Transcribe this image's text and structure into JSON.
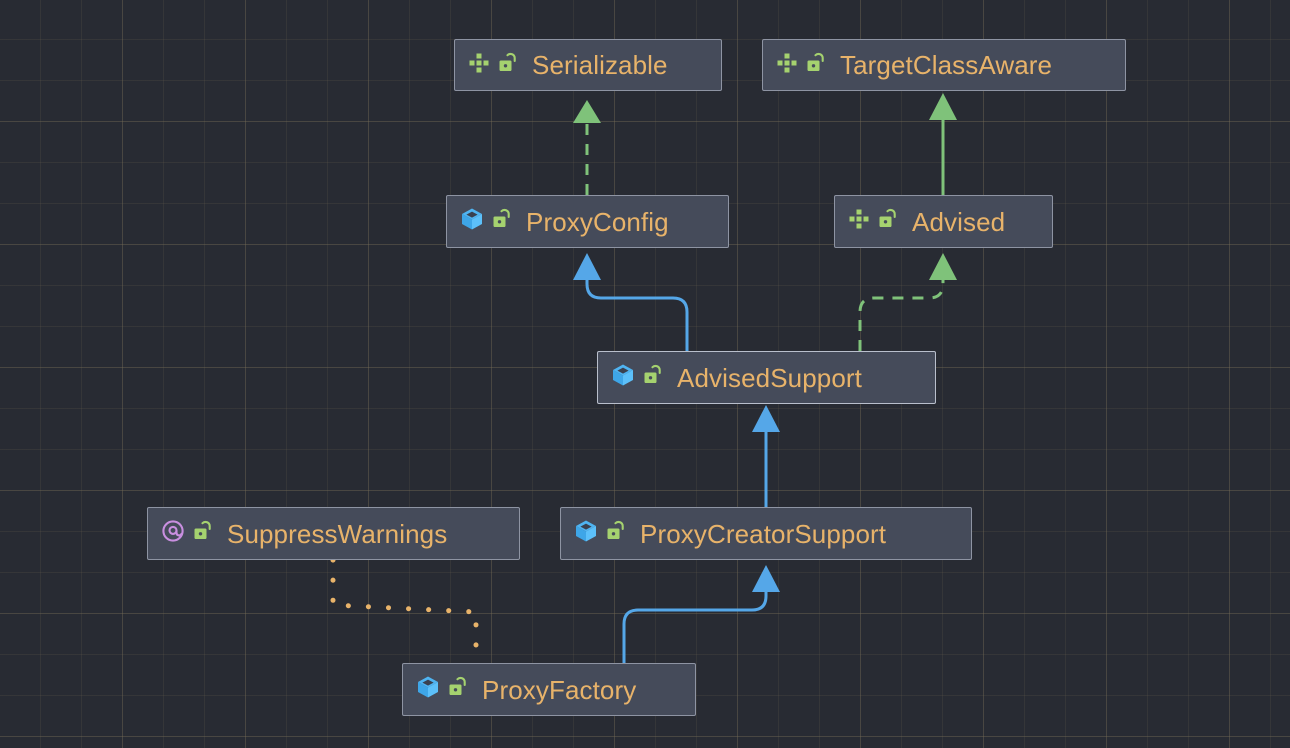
{
  "diagram": {
    "title": "Class hierarchy diagram",
    "background_color": "#282b33",
    "grid": "on",
    "node_fill": "#454b5a",
    "node_border": "#8e94a3",
    "node_border_selected": "#b9bfcc",
    "label_color": "#e8b36a"
  },
  "legend": {
    "class_icon_color": "#3eaaf0",
    "interface_icon_color": "#a5d26f",
    "annotation_icon_color": "#c98fe0",
    "lock_icon_color": "#a5d26f",
    "inherit_edge_color": "#55a7e8",
    "implement_edge_color": "#7fc27a",
    "annotation_edge_color": "#e8b36a"
  },
  "nodes": [
    {
      "id": "serializable",
      "label": "Serializable",
      "kind": "interface",
      "type_icon": "interface-icon",
      "lock_icon": "unlock-icon",
      "selected": false
    },
    {
      "id": "targetclassaware",
      "label": "TargetClassAware",
      "kind": "interface",
      "type_icon": "interface-icon",
      "lock_icon": "unlock-icon",
      "selected": false
    },
    {
      "id": "proxyconfig",
      "label": "ProxyConfig",
      "kind": "class",
      "type_icon": "class-icon",
      "lock_icon": "unlock-icon",
      "selected": false
    },
    {
      "id": "advised",
      "label": "Advised",
      "kind": "interface",
      "type_icon": "interface-icon",
      "lock_icon": "unlock-icon",
      "selected": false
    },
    {
      "id": "advisedsupport",
      "label": "AdvisedSupport",
      "kind": "class",
      "type_icon": "class-icon",
      "lock_icon": "unlock-icon",
      "selected": true
    },
    {
      "id": "suppresswarnings",
      "label": "SuppressWarnings",
      "kind": "annotation",
      "type_icon": "annotation-icon",
      "lock_icon": "unlock-icon",
      "selected": false
    },
    {
      "id": "proxycreatorsupport",
      "label": "ProxyCreatorSupport",
      "kind": "class",
      "type_icon": "class-icon",
      "lock_icon": "unlock-icon",
      "selected": false
    },
    {
      "id": "proxyfactory",
      "label": "ProxyFactory",
      "kind": "class",
      "type_icon": "class-icon",
      "lock_icon": "unlock-icon",
      "selected": false
    }
  ],
  "edges": [
    {
      "id": "proxyconfig-serializable",
      "from": "proxyconfig",
      "to": "serializable",
      "style": "dashed",
      "color": "#7fc27a",
      "arrow": "triangle"
    },
    {
      "id": "advised-targetclassaware",
      "from": "advised",
      "to": "targetclassaware",
      "style": "solid",
      "color": "#7fc27a",
      "arrow": "triangle"
    },
    {
      "id": "advisedsupport-proxyconfig",
      "from": "advisedsupport",
      "to": "proxyconfig",
      "style": "solid",
      "color": "#55a7e8",
      "arrow": "triangle"
    },
    {
      "id": "advisedsupport-advised",
      "from": "advisedsupport",
      "to": "advised",
      "style": "dashed",
      "color": "#7fc27a",
      "arrow": "triangle"
    },
    {
      "id": "proxycreatorsupport-advisedsupport",
      "from": "proxycreatorsupport",
      "to": "advisedsupport",
      "style": "solid",
      "color": "#55a7e8",
      "arrow": "triangle"
    },
    {
      "id": "proxyfactory-proxycreatorsupport",
      "from": "proxyfactory",
      "to": "proxycreatorsupport",
      "style": "solid",
      "color": "#55a7e8",
      "arrow": "triangle"
    },
    {
      "id": "proxyfactory-suppresswarnings",
      "from": "proxyfactory",
      "to": "suppresswarnings",
      "style": "dotted",
      "color": "#e8b36a",
      "arrow": "none"
    }
  ]
}
